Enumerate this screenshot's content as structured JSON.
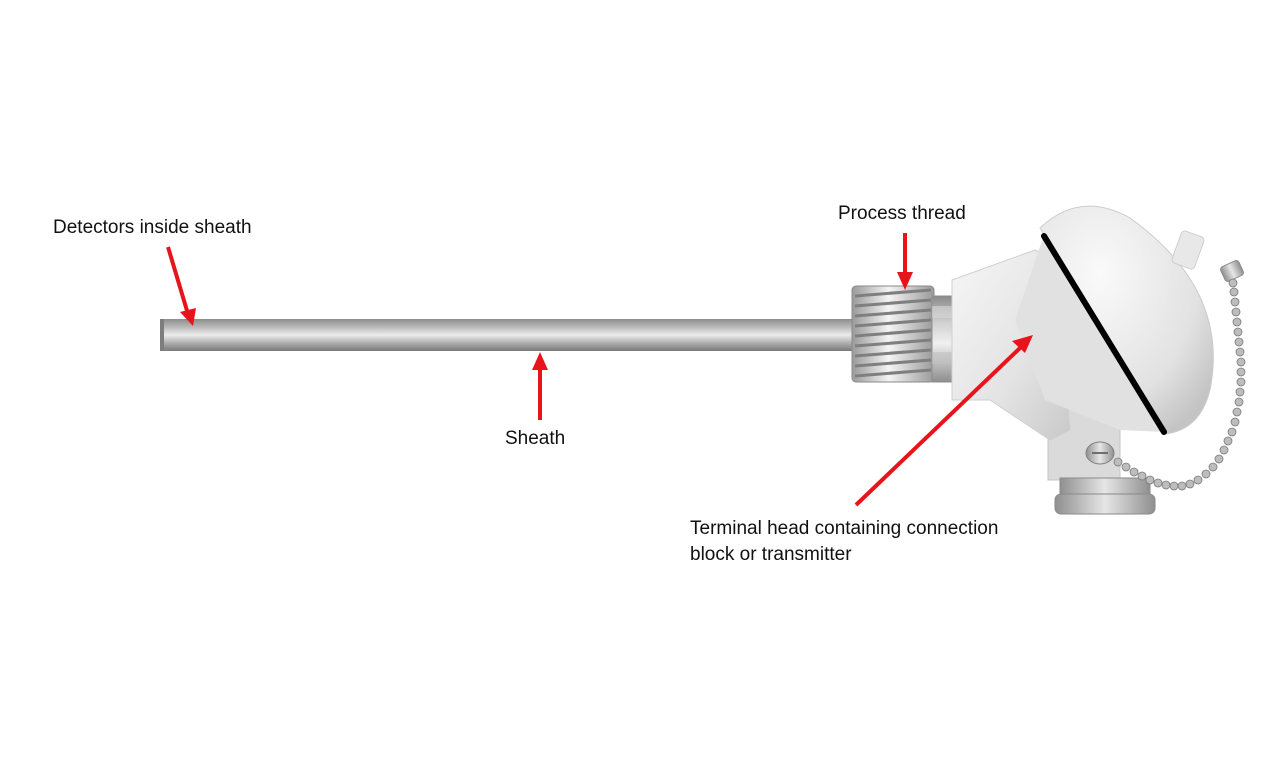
{
  "labels": {
    "detectors": "Detectors inside sheath",
    "sheath": "Sheath",
    "process_thread": "Process thread",
    "terminal_head_line1": "Terminal head containing connection",
    "terminal_head_line2": "block or transmitter"
  },
  "colors": {
    "arrow": "#e8141b",
    "text": "#111111",
    "metal_light": "#e9e9e9",
    "metal_dark": "#8c8c8c",
    "head_body": "#e6e6e6",
    "gasket": "#000000"
  },
  "icons": {
    "arrow": "red-arrow-icon"
  }
}
